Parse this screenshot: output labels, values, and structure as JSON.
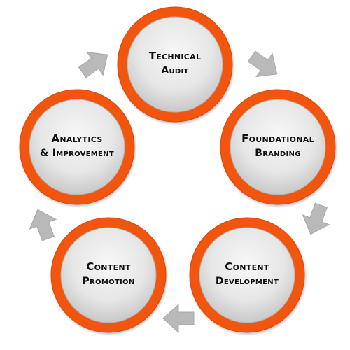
{
  "diagram": {
    "colors": {
      "ring": "#f2540f",
      "ring_stroke": "#d9480a",
      "disc_light": "#f4f4f4",
      "disc_dark": "#cfcfcf",
      "arrow": "#b9b9b9",
      "text": "#111111"
    },
    "nodes": [
      {
        "id": "technical-audit",
        "line1": "Technical",
        "line2": "Audit"
      },
      {
        "id": "foundational-branding",
        "line1": "Foundational",
        "line2": "Branding"
      },
      {
        "id": "content-development",
        "line1": "Content",
        "line2": "Development"
      },
      {
        "id": "content-promotion",
        "line1": "Content",
        "line2": "Promotion"
      },
      {
        "id": "analytics-improvement",
        "line1": "Analytics",
        "line2": "& Improvement"
      }
    ],
    "arrows": [
      {
        "from": "technical-audit",
        "to": "foundational-branding"
      },
      {
        "from": "foundational-branding",
        "to": "content-development"
      },
      {
        "from": "content-development",
        "to": "content-promotion"
      },
      {
        "from": "content-promotion",
        "to": "analytics-improvement"
      },
      {
        "from": "analytics-improvement",
        "to": "technical-audit"
      }
    ]
  }
}
